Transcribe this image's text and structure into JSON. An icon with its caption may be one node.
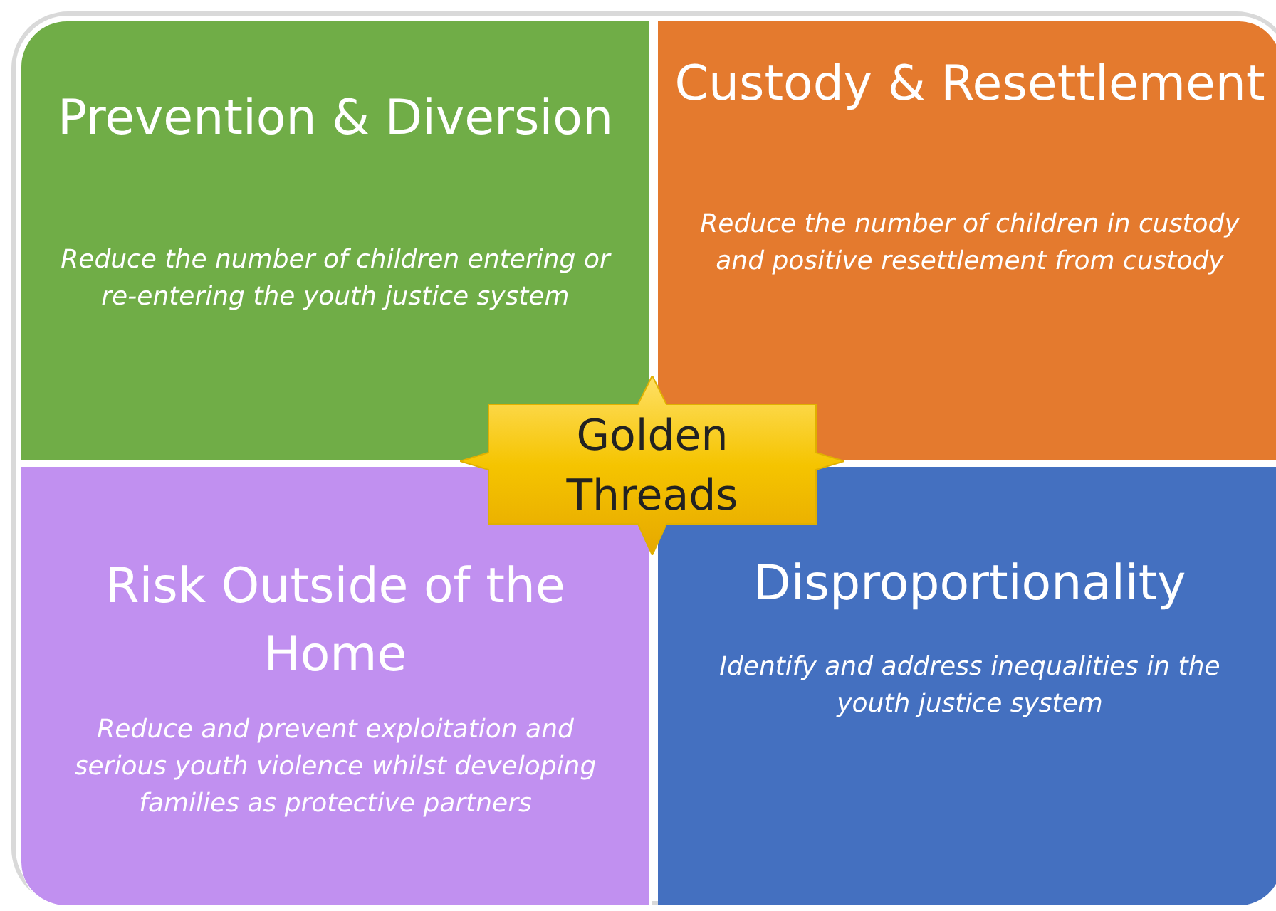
{
  "diagram": {
    "nodes": [
      {
        "text": [
          "Prevention & Diversion",
          "Reduce the number of children entering or re-entering the youth justice system"
        ]
      },
      {
        "text": [
          "Custody & Resettlement",
          "Reduce the number of children in custody and positive resettlement from custody"
        ]
      },
      {
        "text": [
          "Risk Outside of the Home",
          "Reduce and prevent exploitation and serious youth violence whilst developing families as protective partners"
        ]
      },
      {
        "text": [
          "Disproportionality",
          "Identify and address inequalities in the youth justice system"
        ]
      },
      {
        "text": [
          "Golden Threads"
        ]
      }
    ]
  }
}
